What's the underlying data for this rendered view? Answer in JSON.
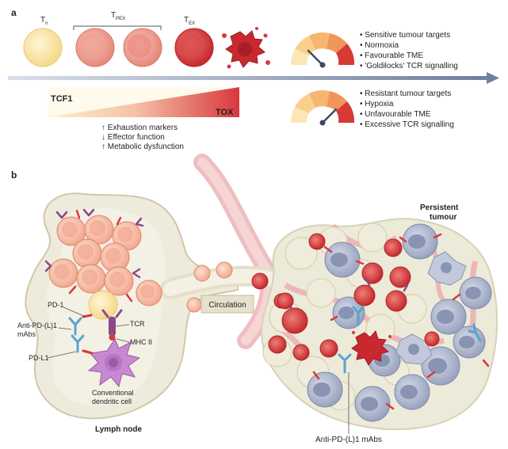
{
  "panel_a": {
    "label": "a",
    "states": [
      {
        "base": "T",
        "sub": "n"
      },
      {
        "base": "T",
        "sub": "PEX"
      },
      {
        "base": "T",
        "sub": "EX"
      }
    ],
    "gradient_left": "TCF1",
    "gradient_right": "TOX",
    "effects": [
      "↑ Exhaustion markers",
      "↓ Effector function",
      "↑ Metabolic dysfunction"
    ],
    "top_gauge_list": [
      "Sensitive tumour targets",
      "Normoxia",
      "Favourable TME",
      "'Goldilocks' TCR signalling"
    ],
    "bottom_gauge_list": [
      "Resistant tumour targets",
      "Hypoxia",
      "Unfavourable TME",
      "Excessive TCR signalling"
    ]
  },
  "panel_b": {
    "label": "b",
    "labels": {
      "pd1": "PD-1",
      "anti_pd_l1": "Anti-PD-(L)1",
      "mabs": "mAbs",
      "pd_l1": "PD-L1",
      "tcr": "TCR",
      "mhc": "MHC II",
      "dc_line1": "Conventional",
      "dc_line2": "dendritic cell",
      "lymph_node": "Lymph node",
      "circulation": "Circulation",
      "tumour_line1": "Persistent",
      "tumour_line2": "tumour",
      "anti_pd_bottom": "Anti-PD-(L)1 mAbs"
    }
  },
  "colors": {
    "arrow": "#7f8fae",
    "naive_cell": "#fde7a6",
    "pex_cell": "#f19a8e",
    "ex_cell": "#d9383c",
    "tumour_cell": "#b7bfd5",
    "lymph_fill": "#eeebdc",
    "vessel": "#eaa3a6",
    "antibody": "#5aa3cf",
    "receptor": "#8a4a8a"
  }
}
